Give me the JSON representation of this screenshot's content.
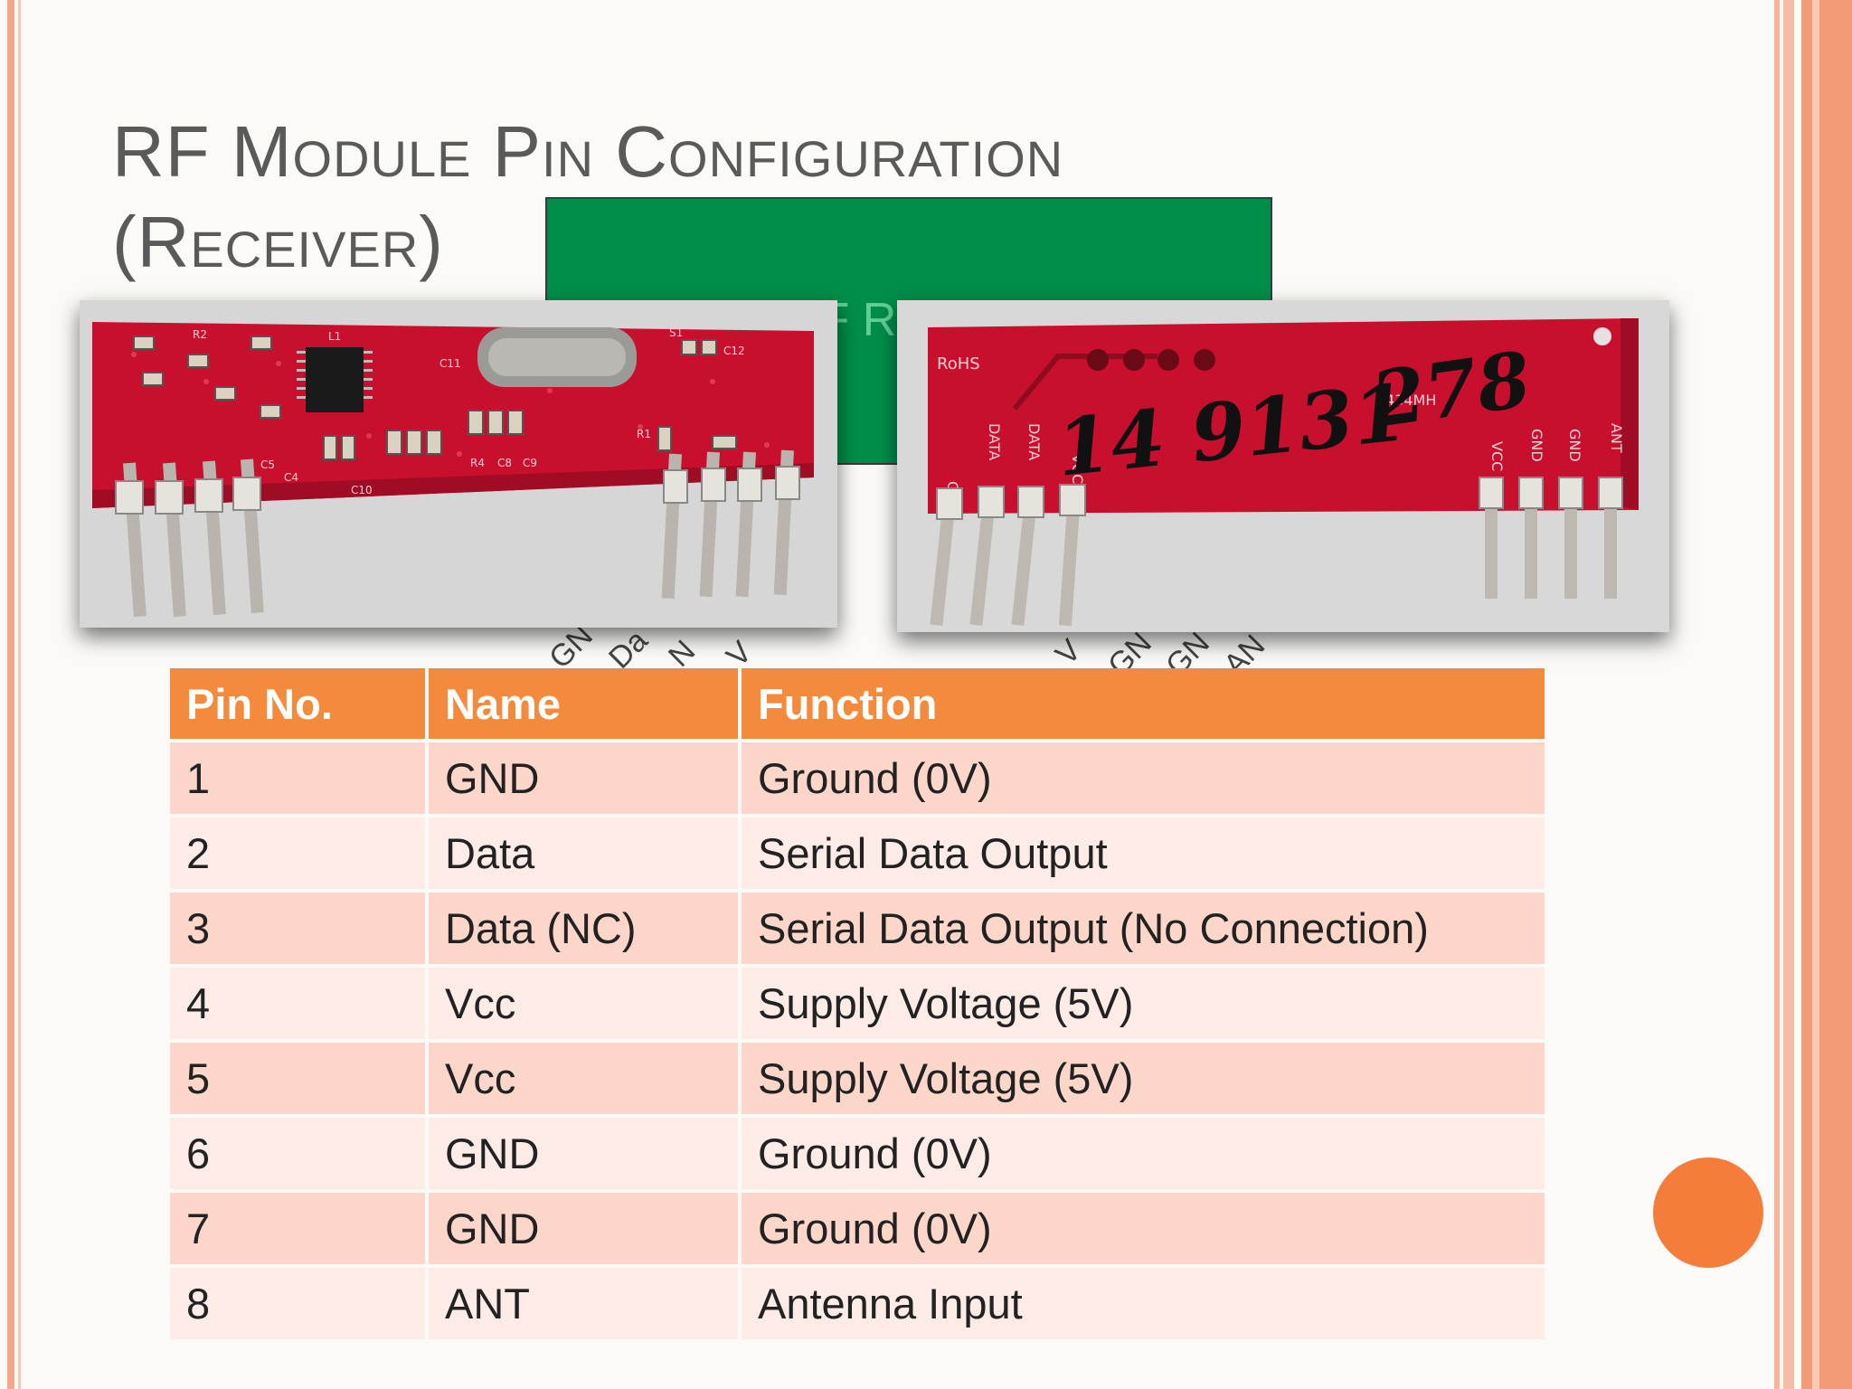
{
  "slide": {
    "title_line1": "RF Module Pin Configuration",
    "title_line2": "(Receiver)",
    "green_box_label": "RF R",
    "under_left_labels": [
      "GN",
      "Da",
      "N",
      "V"
    ],
    "under_right_labels": [
      "V",
      "GN",
      "GN",
      "AN"
    ],
    "board_left_silkscreen": [
      "R2",
      "L1",
      "S1",
      "C12",
      "C11",
      "C5",
      "C4",
      "C10",
      "R4",
      "C8",
      "C9",
      "R1"
    ],
    "board_right_silkscreen": [
      "RoHS",
      "GND",
      "DATA",
      "DATA",
      "VCC",
      "VCC",
      "GND",
      "GND",
      "ANT",
      "434MH"
    ],
    "handwriting": [
      "14 9131",
      "278"
    ],
    "colors": {
      "accent": "#f48a3c",
      "row_odd": "#fcd7c9",
      "row_even": "#fdebe5",
      "pcb_red": "#c8102e",
      "green_box": "#008e4a"
    }
  },
  "table": {
    "headers": [
      "Pin No.",
      "Name",
      "Function"
    ],
    "rows": [
      {
        "pin": "1",
        "name": "GND",
        "function": "Ground (0V)"
      },
      {
        "pin": "2",
        "name": "Data",
        "function": "Serial Data Output"
      },
      {
        "pin": "3",
        "name": "Data (NC)",
        "function": "Serial Data Output (No Connection)"
      },
      {
        "pin": "4",
        "name": "Vcc",
        "function": "Supply Voltage (5V)"
      },
      {
        "pin": "5",
        "name": "Vcc",
        "function": "Supply Voltage (5V)"
      },
      {
        "pin": "6",
        "name": "GND",
        "function": "Ground (0V)"
      },
      {
        "pin": "7",
        "name": "GND",
        "function": "Ground (0V)"
      },
      {
        "pin": "8",
        "name": "ANT",
        "function": "Antenna Input"
      }
    ]
  }
}
